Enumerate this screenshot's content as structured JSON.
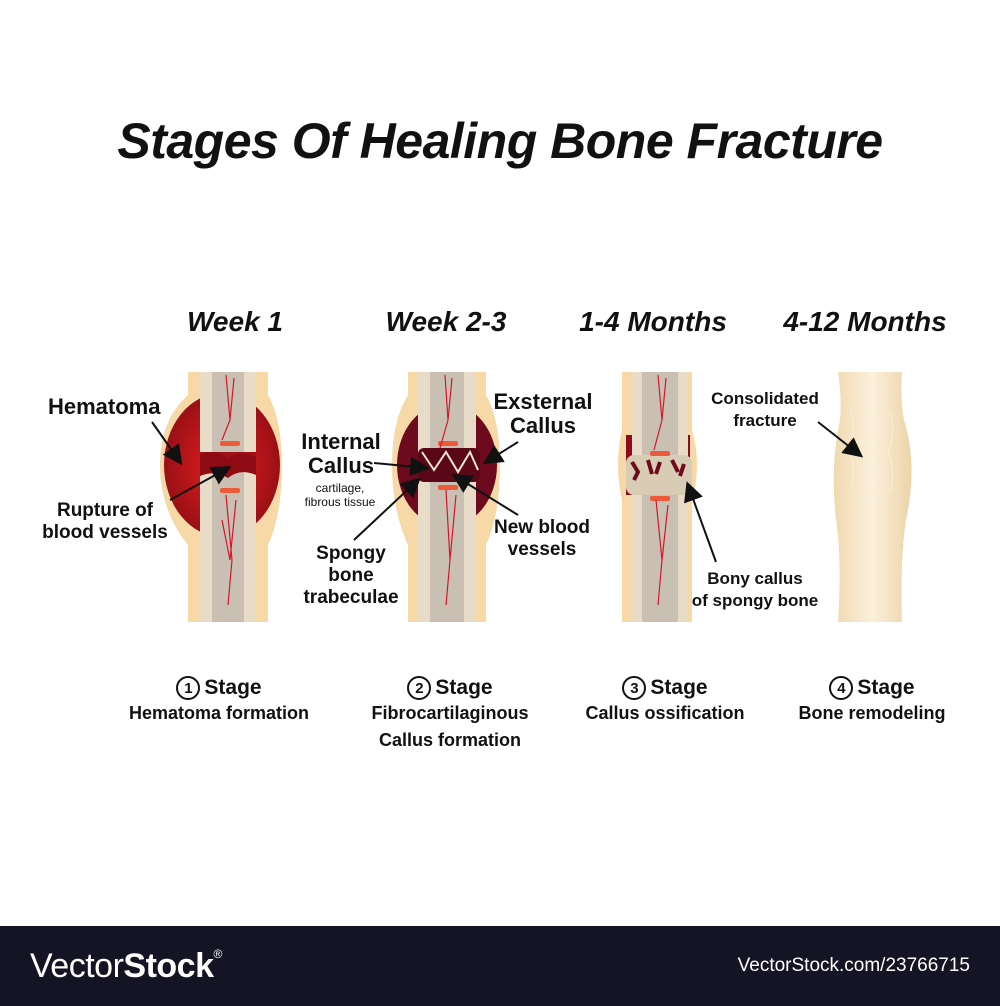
{
  "title": "Stages Of Healing Bone Fracture",
  "periods": [
    "Week 1",
    "Week 2-3",
    "1-4 Months",
    "4-12 Months"
  ],
  "annotations": {
    "hematoma": "Hematoma",
    "rupture": [
      "Rupture of",
      "blood vessels"
    ],
    "internal_callus": [
      "Internal",
      "Callus"
    ],
    "internal_callus_note": [
      "cartilage,",
      "fibrous tissue"
    ],
    "external_callus": [
      "Exsternal",
      "Callus"
    ],
    "spongy_bone": [
      "Spongy",
      "bone",
      "trabeculae"
    ],
    "new_vessels": [
      "New blood",
      "vessels"
    ],
    "bony_callus": [
      "Bony callus",
      "of spongy bone"
    ],
    "consolidated": [
      "Consolidated",
      "fracture"
    ]
  },
  "stages": [
    {
      "num": "1",
      "label": "Stage",
      "desc": [
        "Hematoma formation"
      ]
    },
    {
      "num": "2",
      "label": "Stage",
      "desc": [
        "Fibrocartilaginous",
        "Callus formation"
      ]
    },
    {
      "num": "3",
      "label": "Stage",
      "desc": [
        "Callus ossification"
      ]
    },
    {
      "num": "4",
      "label": "Stage",
      "desc": [
        "Bone remodeling"
      ]
    }
  ],
  "footer": {
    "brand_light": "Vector",
    "brand_bold": "Stock",
    "brand_mark": "®",
    "ref": "VectorStock.com/23766715"
  },
  "colors": {
    "bone_outer": "#f7d9a8",
    "bone_inner": "#e8dcc8",
    "marrow": "#c9c0b3",
    "hematoma": "#b3121b",
    "callus_dark": "#6e0a1e",
    "vessel": "#d8142a",
    "footer_bg": "#141424"
  }
}
